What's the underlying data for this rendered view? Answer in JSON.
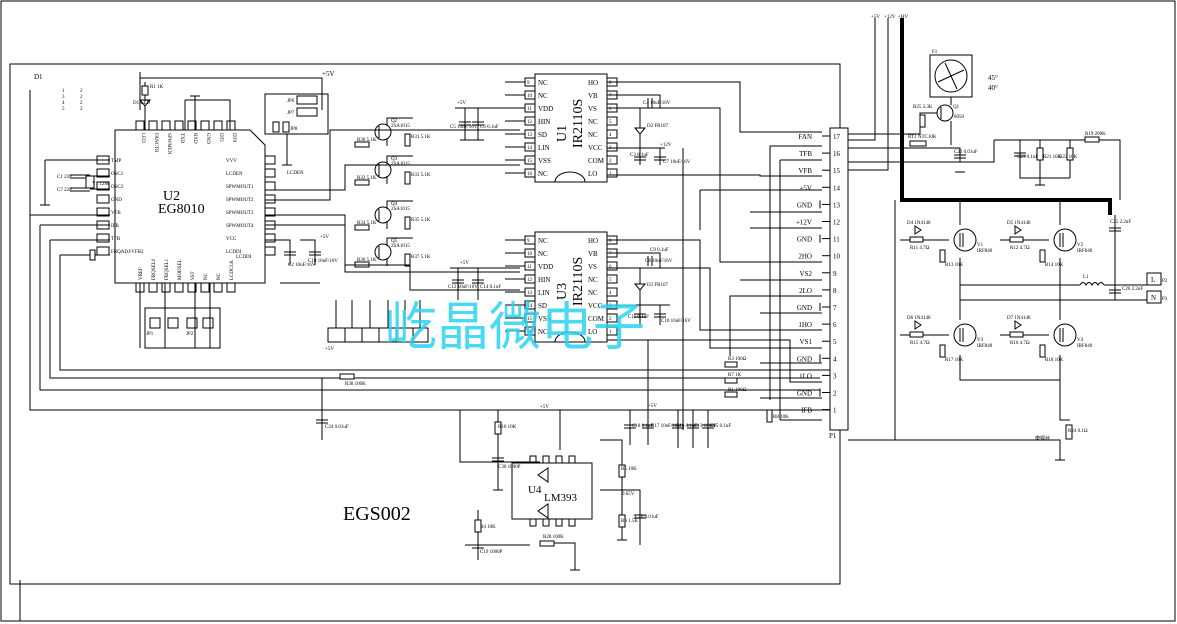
{
  "title_block": {
    "label": "EGS002"
  },
  "watermark": "屹晶微电子",
  "board_label": "D1",
  "supply_label": "+5V",
  "u2": {
    "ref": "U2",
    "part": "EG8010",
    "left_pins": [
      "TMP",
      "OSC1",
      "OSC2",
      "GND",
      "VFB",
      "IFB",
      "TFB",
      "FRQADJ/VFB2"
    ],
    "top_pins": [
      "LED",
      "FANCTR",
      "SPWMEN",
      "TXD",
      "RXD",
      "GND",
      "DT1",
      "DT0"
    ],
    "bottom_pins": [
      "VREF",
      "FRQSEL0",
      "FRQSEL1",
      "MODSEL",
      "SST",
      "NC",
      "NC",
      "LCDCLK"
    ],
    "right_pins": [
      "VVV",
      "LCDEN",
      "SPWMOUT1",
      "SPWMOUT2",
      "SPWMOUT3",
      "SPWMOUT4",
      "VCC",
      "LCDDI"
    ]
  },
  "u1": {
    "ref": "U1",
    "part": "IR2110S",
    "left_pins": [
      "NC",
      "NC",
      "VDD",
      "HIN",
      "SD",
      "LIN",
      "VSS",
      "NC"
    ],
    "left_nums": [
      "9",
      "10",
      "11",
      "12",
      "13",
      "14",
      "15",
      "16"
    ],
    "right_pins": [
      "HO",
      "VB",
      "VS",
      "NC",
      "NC",
      "VCC",
      "COM",
      "LO"
    ],
    "right_nums": [
      "8",
      "7",
      "6",
      "5",
      "4",
      "3",
      "2",
      "1"
    ]
  },
  "u3": {
    "ref": "U3",
    "part": "IR2110S",
    "left_pins": [
      "NC",
      "NC",
      "VDD",
      "HIN",
      "LIN",
      "SD",
      "VSS",
      "NC"
    ],
    "left_nums": [
      "9",
      "10",
      "11",
      "12",
      "13",
      "14",
      "15",
      "16"
    ],
    "right_pins": [
      "HO",
      "VB",
      "VS",
      "NC",
      "NC",
      "VCC",
      "COM",
      "LO"
    ],
    "right_nums": [
      "8",
      "7",
      "6",
      "5",
      "4",
      "3",
      "2",
      "1"
    ]
  },
  "u4": {
    "ref": "U4",
    "part": "LM393"
  },
  "connector_p1": {
    "ref": "P1",
    "pins": [
      {
        "num": "17",
        "label": "FAN"
      },
      {
        "num": "16",
        "label": "TFB"
      },
      {
        "num": "15",
        "label": "VFB"
      },
      {
        "num": "14",
        "label": "+5V"
      },
      {
        "num": "13",
        "label": "GND"
      },
      {
        "num": "12",
        "label": "+12V"
      },
      {
        "num": "11",
        "label": "GND"
      },
      {
        "num": "10",
        "label": "2HO"
      },
      {
        "num": "9",
        "label": "VS2"
      },
      {
        "num": "8",
        "label": "2LO"
      },
      {
        "num": "7",
        "label": "GND"
      },
      {
        "num": "6",
        "label": "1HO"
      },
      {
        "num": "5",
        "label": "VS1"
      },
      {
        "num": "4",
        "label": "GND"
      },
      {
        "num": "3",
        "label": "1LO"
      },
      {
        "num": "2",
        "label": "GND"
      },
      {
        "num": "1",
        "label": "IFB"
      }
    ]
  },
  "output_terminals": [
    {
      "ref": "P2",
      "label": "L"
    },
    {
      "ref": "P3",
      "label": "N"
    }
  ],
  "transistors": [
    {
      "ref": "Q2",
      "part": "2SA1015"
    },
    {
      "ref": "Q3",
      "part": "2SA1015"
    },
    {
      "ref": "Q4",
      "part": "2SA1015"
    },
    {
      "ref": "Q5",
      "part": "2SA1015"
    },
    {
      "ref": "Q1",
      "part": "8050"
    }
  ],
  "mosfets": [
    {
      "ref": "V1",
      "part": "IRF840"
    },
    {
      "ref": "V2",
      "part": "IRF840"
    },
    {
      "ref": "V3",
      "part": "IRF840"
    },
    {
      "ref": "V4",
      "part": "IRF840"
    }
  ],
  "labels": {
    "r31": "R31 5.1K",
    "r30": "R30 5.1K",
    "r32": "R32 5.1K",
    "r33": "R33 5.1K",
    "r34": "R34 5.1K",
    "r35": "R35 5.1K",
    "r36": "R36 5.1K",
    "r37": "R37 5.1K",
    "r25": "R25 3.3K",
    "rt1": "RT1 NTC10K",
    "r19": "R19 200K",
    "r22": "R22 10K",
    "r21": "R21 10K",
    "r11": "R11 4.7Ω",
    "r13": "R13 10K",
    "r12": "R12 4.7Ω",
    "r14": "R14 10K",
    "r15": "R15 4.7Ω",
    "r17": "R17 10K",
    "r16": "R16 4.7Ω",
    "r18": "R18 10K",
    "r38": "R38 100K",
    "r3": "R3 100Ω",
    "r7": "R7 1K",
    "r1_low": "R1 100Ω",
    "r8": "R8 10K",
    "r24": "R24 0.1Ω",
    "r24_note": "康铜丝",
    "r10": "R10 10K",
    "r4": "R4 10K",
    "r5": "R5 10K",
    "r6": "R6 1.5K",
    "r28": "R28 100K",
    "r1_top": "R1 1K",
    "d1": "D1 LED",
    "c2": "C2 10uF/16V",
    "c5": "C5 10uF/16V",
    "c6": "C6 0.1uF",
    "c4": "C4 10uF/16V",
    "c3": "C3 0.1uF",
    "c8": "C8 10uF/16V",
    "c12": "C12 10uF/16V",
    "c14": "C14 0.1uF",
    "c11": "C11 0.1uF",
    "c7": "C7 10uF/16V",
    "c9": "C9 0.1uF",
    "c10": "C10 10uF/16V",
    "c24": "C24 0.01uF",
    "c18": "C18 0.1uF",
    "c17": "C17 10uF/16V",
    "c16": "C16 0.1uF",
    "c13": "C13 1000P",
    "c15": "C15 0.1uF",
    "c30": "C30 1000P",
    "c19": "C19 1000P",
    "c20": "C20 0.01uF",
    "c21": "C21 0.01uF",
    "c23": "C23 0.1uF",
    "c22": "C22 2.2uF",
    "c25": "C25 2.2uF",
    "c26": "C26 2.2uF",
    "c1": "C1 22P",
    "c7b": "C7 22P",
    "d2": "D2 FR107",
    "d3": "D3 FR107",
    "d4": "D4 1N4148",
    "d5": "D5 1N4148",
    "d6": "D6 1N4148",
    "d7": "D7 1N4148",
    "l1": "L1",
    "f1": "F1",
    "jp6": "JP6",
    "jp7": "JP7",
    "jp8": "JP8",
    "jp9": "JP9",
    "jp1": "JP1",
    "jp2": "JP2",
    "y1": "Y1 12M",
    "v065": "0.65V",
    "v5a": "+5V",
    "v5b": "+5V",
    "v5c": "+5V",
    "v5d": "+5V",
    "v12a": "+12V",
    "v12b": "+12V",
    "lcden": "LCDEN",
    "lcddi": "LCDDI",
    "fortyfive": "45°",
    "forty": "40°"
  }
}
